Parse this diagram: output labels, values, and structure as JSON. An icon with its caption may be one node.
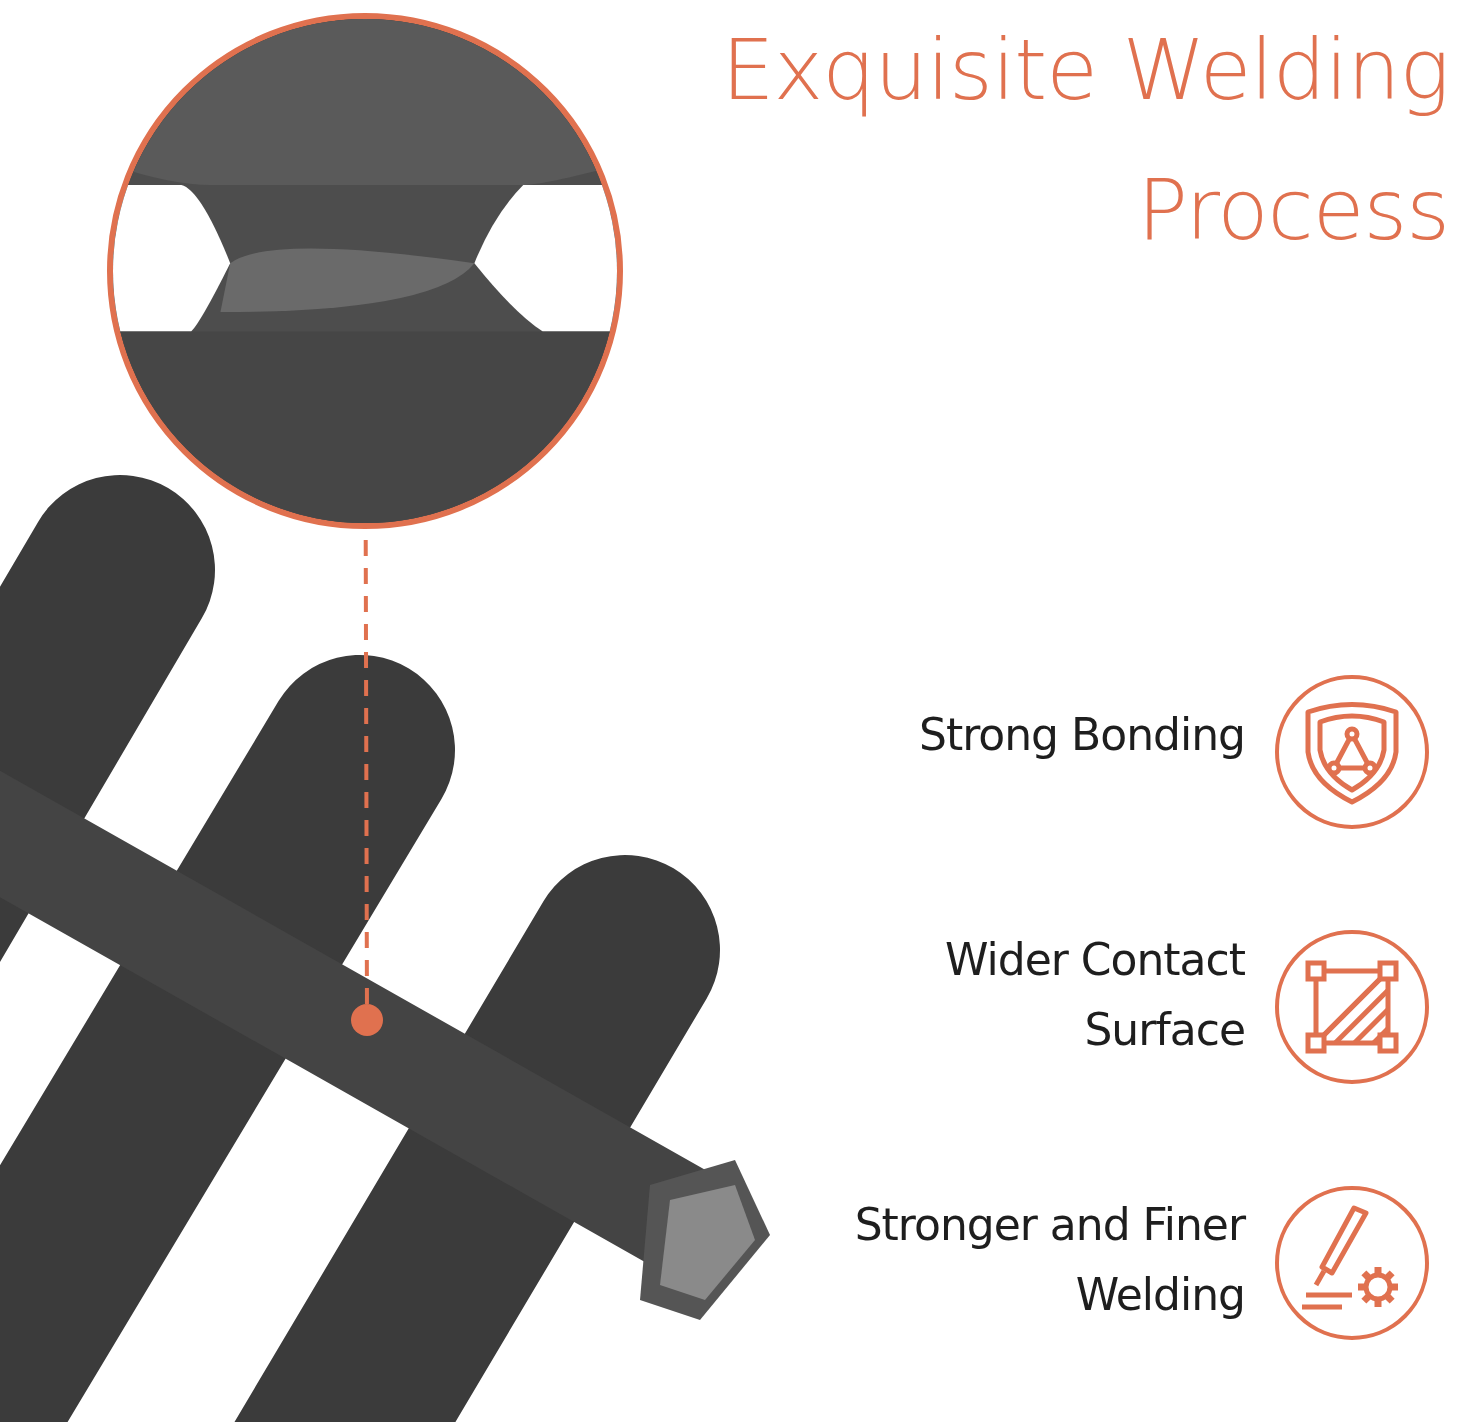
{
  "diagram": {
    "title": "Exquisite Welding Process",
    "nodes": [
      {
        "text": [],
        "shape": "picture"
      },
      {
        "text": [],
        "shape": "circle"
      }
    ],
    "edges": [
      {
        "from": 1,
        "to": 0,
        "arrow": "none",
        "style": "dashed"
      }
    ],
    "labels": [
      "Strong Bonding",
      "Wider Contact Surface",
      "Stronger and Finer Welding"
    ]
  }
}
